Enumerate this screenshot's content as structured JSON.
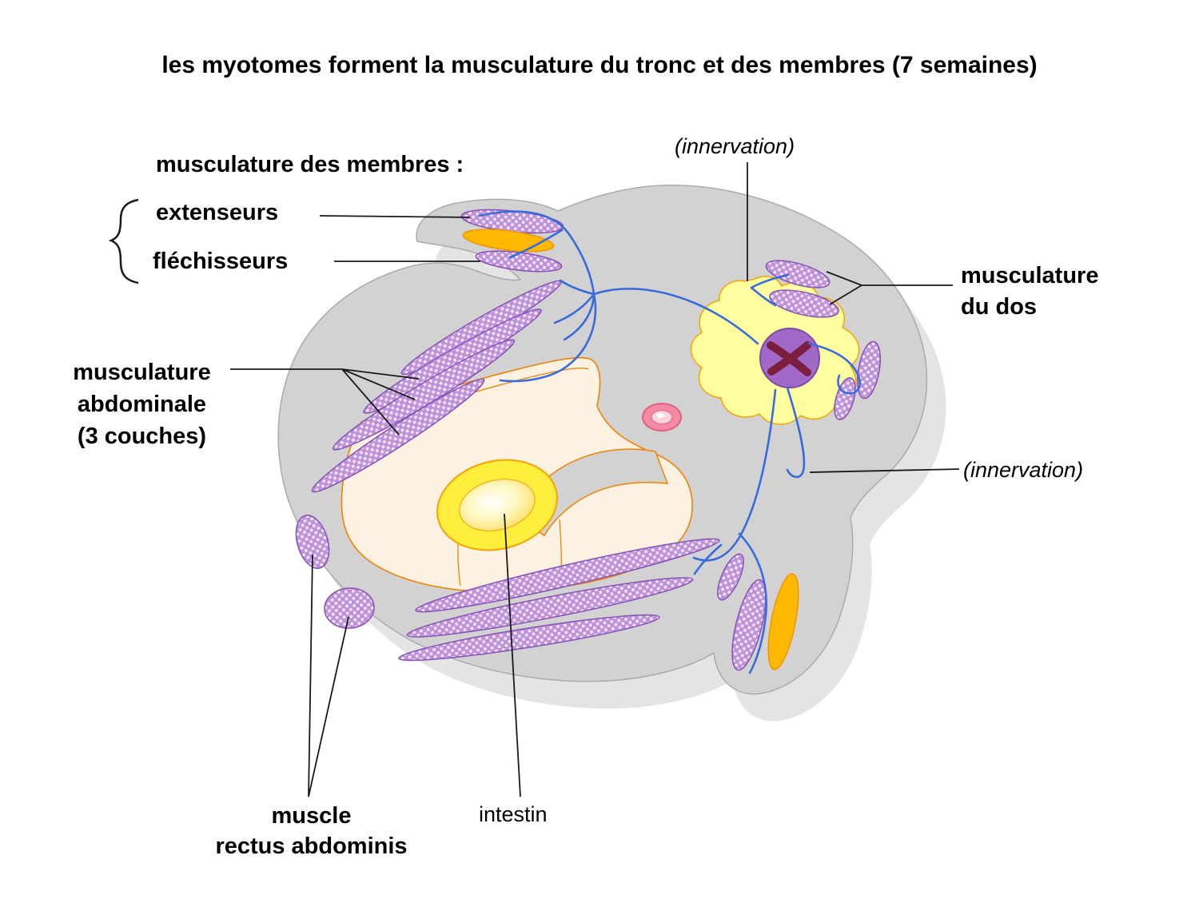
{
  "title": "les myotomes forment la musculature du tronc et des membres (7 semaines)",
  "labels": {
    "innervation_top": "(innervation)",
    "membres_header": "musculature des membres :",
    "extenseurs": "extenseurs",
    "flechisseurs": "fléchisseurs",
    "dos": {
      "line1": "musculature",
      "line2": "du dos"
    },
    "abdominale": {
      "line1": "musculature",
      "line2": "abdominale",
      "line3": "(3 couches)"
    },
    "innervation_right": "(innervation)",
    "rectus": {
      "line1": "muscle",
      "line2": "rectus abdominis"
    },
    "intestin": "intestin"
  },
  "colors": {
    "body_gray": "#d2d2d2",
    "shadow_gray": "#e4e4e4",
    "myotome_purple": "#bd92d9",
    "myotome_outline": "#8a57b8",
    "limb_orange": "#ffb900",
    "neural_yellow": "#ffffa0",
    "spinal_cord_purple": "#a068c8",
    "spinal_cord_x": "#7c1f3e",
    "notochord_pink": "#f48aa4",
    "gut_yellow": "#ffee3e",
    "cavity_cream": "#fdf2e1",
    "cavity_outline": "#ef8200",
    "nerve_blue": "#3a6bdb",
    "leader_black": "#1a1a1a"
  }
}
